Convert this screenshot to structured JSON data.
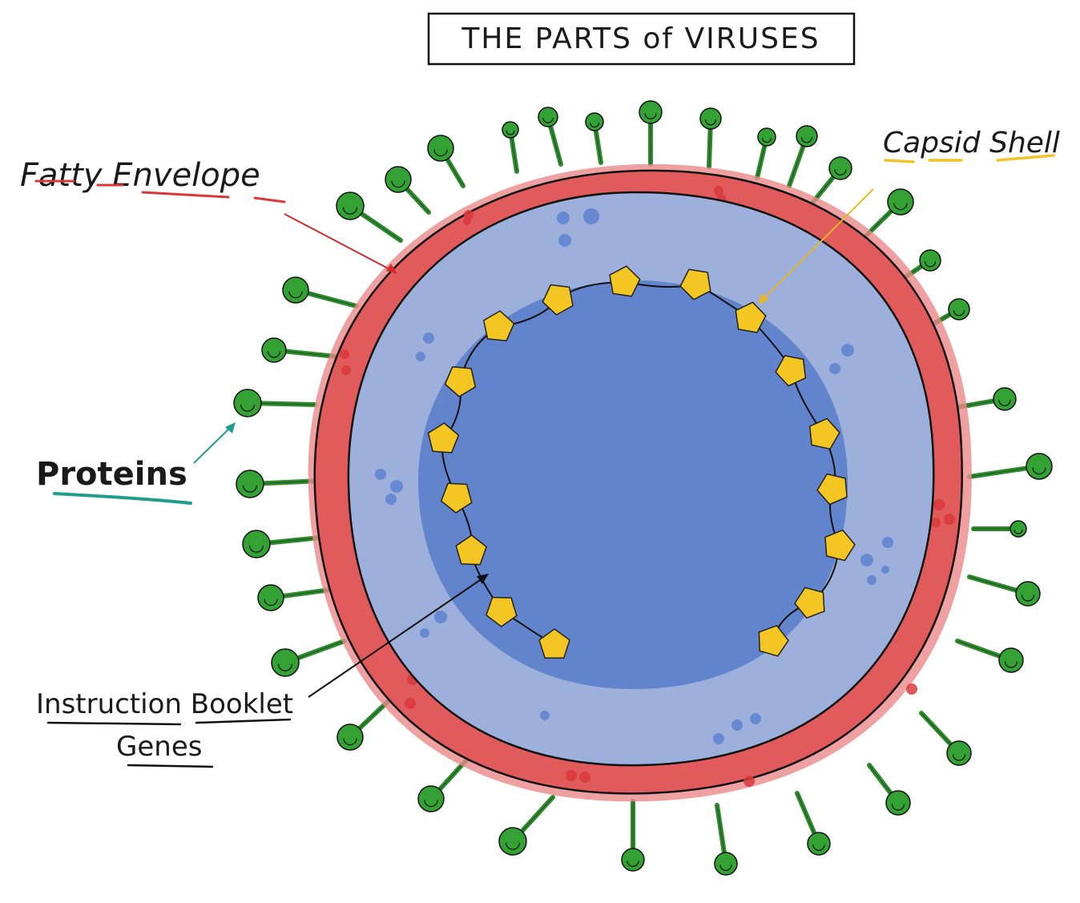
{
  "title": "THE PARTS of VIRUSES",
  "labels": {
    "envelope": "Fatty Envelope",
    "capsid": "Capsid Shell",
    "proteins": "Proteins",
    "genes_line1": "Instruction Booklet",
    "genes_line2": "Genes"
  },
  "colors": {
    "envelope": "#e15a5c",
    "envelope_spots": "#d9383b",
    "capsid": "#9db0dc",
    "core": "#6284cc",
    "capsid_dots": "#5a7fcf",
    "protein_stalk": "#2e8b2e",
    "protein_head": "#33a133",
    "gene_pentagon": "#f3c623",
    "envelope_arrow": "#d42a2a",
    "capsid_arrow": "#e6b62a",
    "proteins_arrow": "#1f9c8a",
    "genes_arrow": "#111111",
    "proteins_underline": "#1f9c8a",
    "capsid_underline": "#f0c42a",
    "envelope_underline": "#d9383b"
  }
}
